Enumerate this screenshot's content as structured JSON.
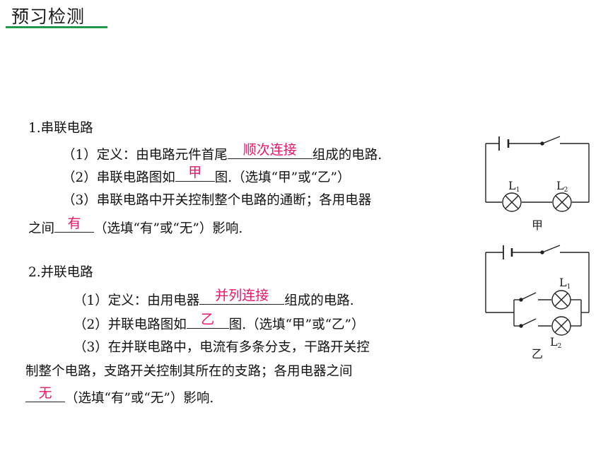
{
  "header": {
    "title": "预习检测",
    "accent": "#1f9a4a"
  },
  "answer_color": "#e8166a",
  "series": {
    "heading": "1.串联电路",
    "l1_a": "（1）定义：由电路元件首尾",
    "l1_ans": "顺次连接",
    "l1_b": "组成的电路.",
    "l2_a": "（2）串联电路图如",
    "l2_ans": "甲",
    "l2_b": "图.（选填“甲”或“乙”）",
    "l3": "（3）串联电路中开关控制整个电路的通断；各用电器",
    "l4_a": "之间",
    "l4_ans": "有",
    "l4_b": "（选填“有”或“无”）影响."
  },
  "parallel": {
    "heading": "2.并联电路",
    "l1_a": "（1）定义：由用电器",
    "l1_ans": "并列连接",
    "l1_b": "组成的电路.",
    "l2_a": "（2）并联电路图如",
    "l2_ans": "乙",
    "l2_b": "图.（选填“甲”或“乙”）",
    "l3": "（3）在并联电路中，电流有多条分支，干路开关控",
    "l4": "制整个电路，支路开关控制其所在的支路；各用电器之间",
    "l5_ans": "无",
    "l5_b": "（选填“有”或“无”）影响."
  },
  "diagram_jia": {
    "caption": "甲",
    "lamp1": "L",
    "lamp1_sub": "1",
    "lamp2": "L",
    "lamp2_sub": "2"
  },
  "diagram_yi": {
    "caption": "乙",
    "lamp1": "L",
    "lamp1_sub": "1",
    "lamp2": "L",
    "lamp2_sub": "2"
  }
}
